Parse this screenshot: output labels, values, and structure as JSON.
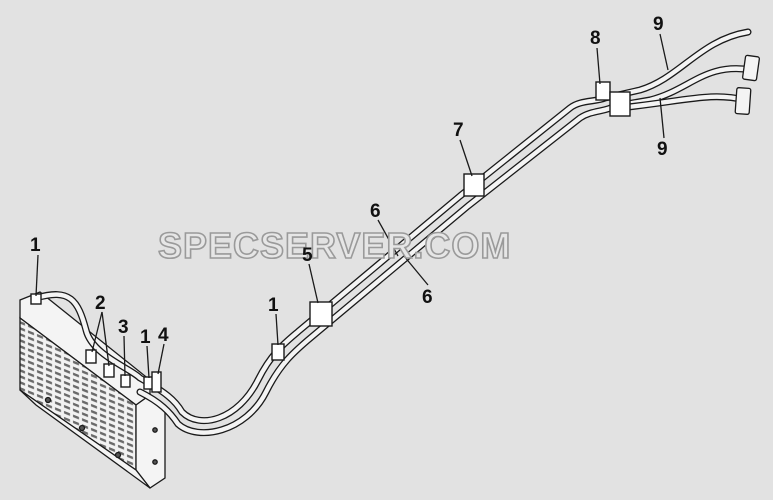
{
  "watermark": "SPECSERVER.COM",
  "callouts": [
    {
      "id": "c1a",
      "text": "1"
    },
    {
      "id": "c2",
      "text": "2"
    },
    {
      "id": "c3",
      "text": "3"
    },
    {
      "id": "c1b",
      "text": "1"
    },
    {
      "id": "c4",
      "text": "4"
    },
    {
      "id": "c1c",
      "text": "1"
    },
    {
      "id": "c5",
      "text": "5"
    },
    {
      "id": "c6a",
      "text": "6"
    },
    {
      "id": "c6b",
      "text": "6"
    },
    {
      "id": "c7",
      "text": "7"
    },
    {
      "id": "c8",
      "text": "8"
    },
    {
      "id": "c9a",
      "text": "9"
    },
    {
      "id": "c9b",
      "text": "9"
    }
  ],
  "colors": {
    "background": "#e2e2e2",
    "line": "#1a1a1a",
    "pipe_fill": "#f4f4f4"
  }
}
